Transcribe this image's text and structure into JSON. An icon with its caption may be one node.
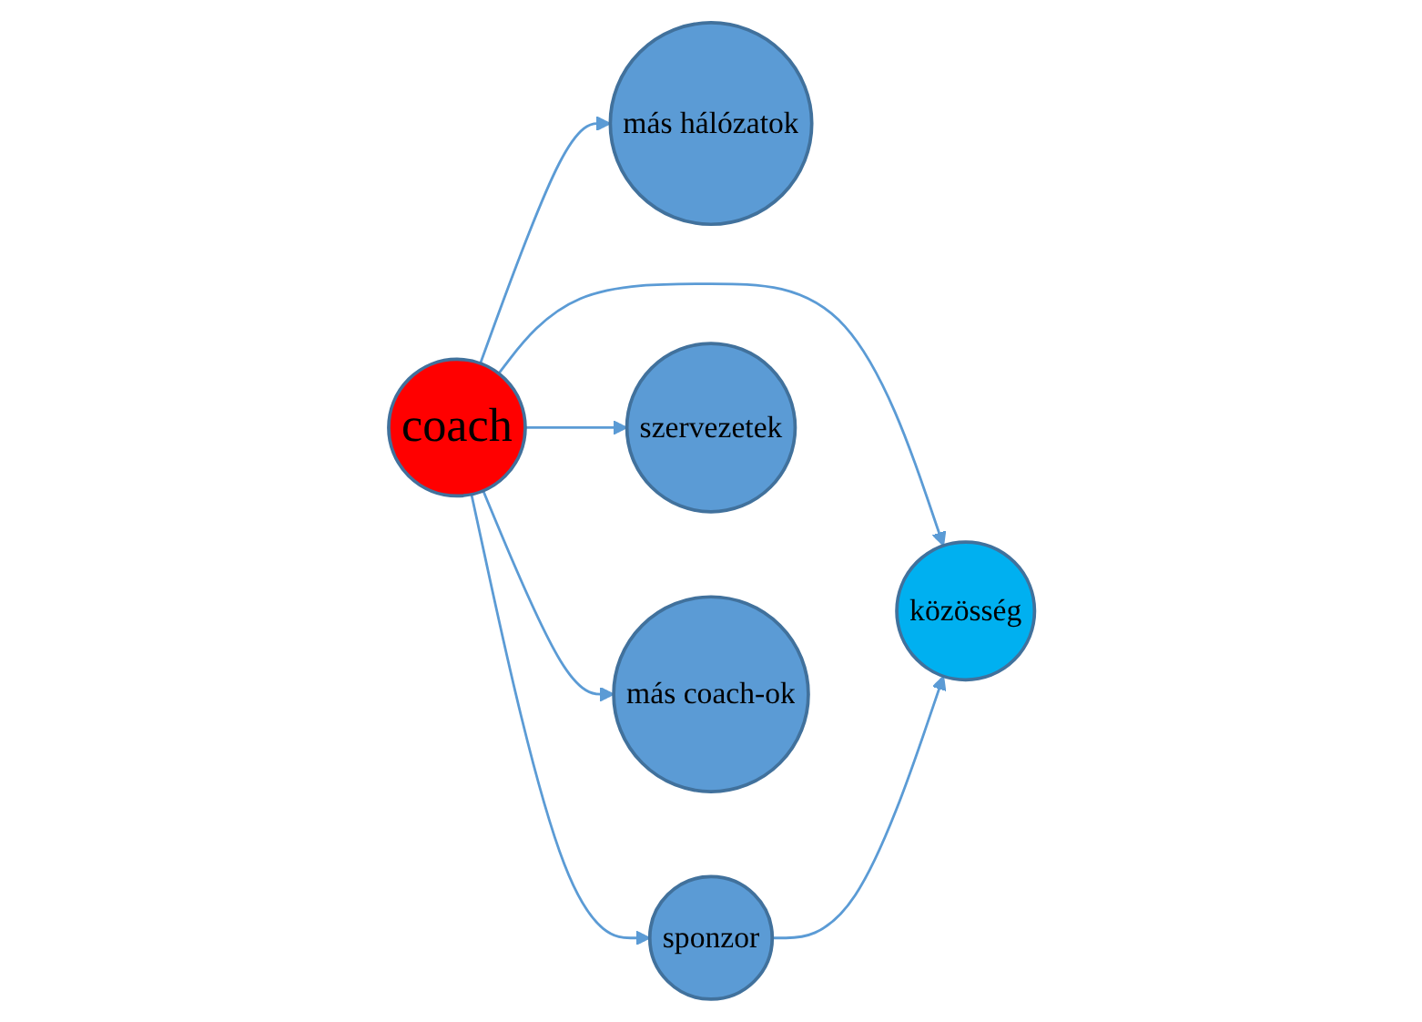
{
  "diagram": {
    "nodes": [
      {
        "text": [
          "coach"
        ]
      },
      {
        "text": [
          "más hálózatok"
        ]
      },
      {
        "text": [
          "sponzor"
        ]
      },
      {
        "text": [
          "szervezetek"
        ]
      },
      {
        "text": [
          "más coach-ok"
        ]
      },
      {
        "text": [
          "közösség"
        ]
      }
    ],
    "edges": [
      {
        "from": 0,
        "to": 1,
        "arrow": "to"
      },
      {
        "from": 0,
        "to": 2,
        "arrow": "to"
      },
      {
        "from": 0,
        "to": 3,
        "arrow": "to"
      },
      {
        "from": 0,
        "to": 4,
        "arrow": "to"
      },
      {
        "from": 0,
        "to": 5,
        "arrow": "to"
      },
      {
        "from": 2,
        "to": 5,
        "arrow": "to"
      }
    ]
  }
}
